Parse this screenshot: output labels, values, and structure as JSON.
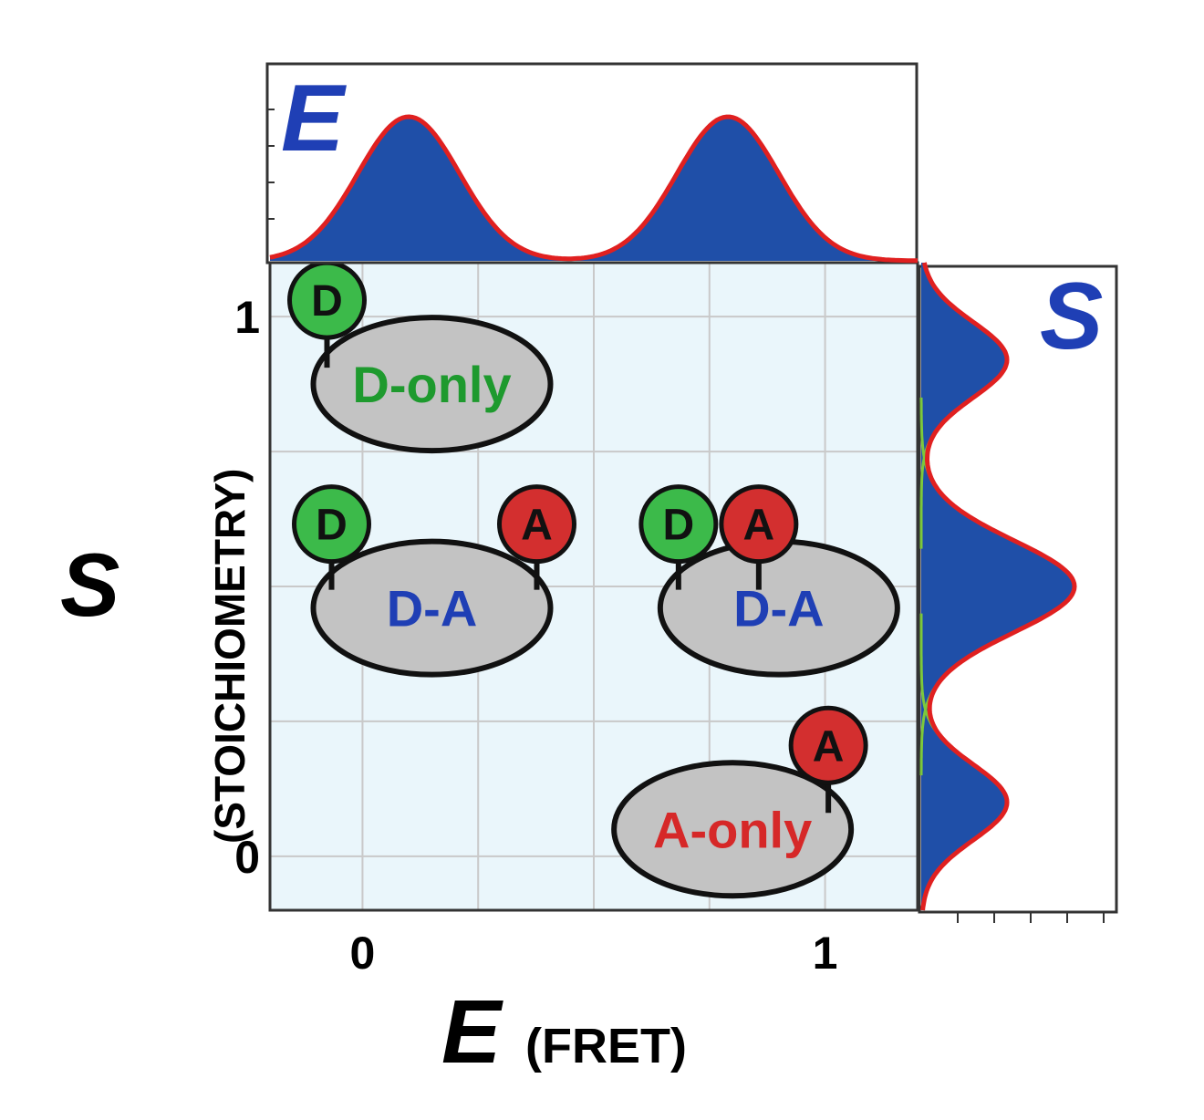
{
  "chart_data": {
    "type": "scatter",
    "title": "",
    "xlabel_main": "E",
    "xlabel_sub": "(FRET)",
    "ylabel_main": "S",
    "ylabel_sub": "(STOICHIOMETRY)",
    "xlim": [
      -0.2,
      1.2
    ],
    "ylim": [
      -0.1,
      1.1
    ],
    "x_ticks": [
      {
        "value": 0,
        "label": "0"
      },
      {
        "value": 1,
        "label": "1"
      }
    ],
    "y_ticks": [
      {
        "value": 0,
        "label": "0"
      },
      {
        "value": 1,
        "label": "1"
      }
    ],
    "x_grid": [
      0,
      0.25,
      0.5,
      0.75,
      1
    ],
    "y_grid": [
      0,
      0.25,
      0.5,
      0.75,
      1
    ],
    "grid": true,
    "background_color": "#eaf6fb",
    "populations": [
      {
        "label": "D-only",
        "x": 0.15,
        "y": 0.875,
        "label_color": "#1e9a2e",
        "dyes": [
          "D"
        ]
      },
      {
        "label": "D-A",
        "x": 0.15,
        "y": 0.46,
        "label_color": "#1f3fb5",
        "dyes": [
          "D",
          "A"
        ]
      },
      {
        "label": "D-A",
        "x": 0.9,
        "y": 0.46,
        "label_color": "#1f3fb5",
        "dyes": [
          "D",
          "A"
        ]
      },
      {
        "label": "A-only",
        "x": 0.8,
        "y": 0.05,
        "label_color": "#d62828",
        "dyes": [
          "A"
        ]
      }
    ],
    "dyes": {
      "D": {
        "label": "D",
        "color": "#3cba4a"
      },
      "A": {
        "label": "A",
        "color": "#d32f2f"
      }
    },
    "top_histogram": {
      "label": "E",
      "variable": "E",
      "peaks": [
        {
          "center": 0.1,
          "height": 1.0,
          "sigma": 0.11
        },
        {
          "center": 0.79,
          "height": 1.0,
          "sigma": 0.11
        }
      ],
      "fill_color": "#1f4fa8",
      "fit_color": "#e02020"
    },
    "right_histogram": {
      "label": "S",
      "variable": "S",
      "peaks": [
        {
          "center": 0.92,
          "height": 0.47,
          "sigma": 0.07
        },
        {
          "center": 0.5,
          "height": 0.84,
          "sigma": 0.085
        },
        {
          "center": 0.1,
          "height": 0.47,
          "sigma": 0.07
        }
      ],
      "fill_color": "#1f4fa8",
      "fit_color": "#e02020",
      "component_color": "#7cc83c"
    }
  }
}
